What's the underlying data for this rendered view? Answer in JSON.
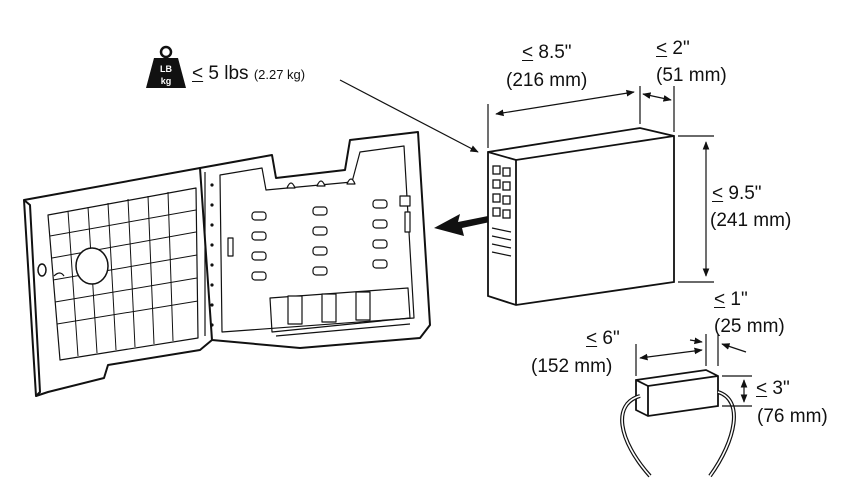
{
  "weight": {
    "icon_text_top": "LB",
    "icon_text_bottom": "kg",
    "symbol": "<",
    "value": "5 lbs",
    "metric": "(2.27 kg)"
  },
  "device": {
    "width": {
      "symbol": "<",
      "value": "8.5\"",
      "metric": "(216 mm)"
    },
    "depth": {
      "symbol": "<",
      "value": "2\"",
      "metric": "(51 mm)"
    },
    "height": {
      "symbol": "<",
      "value": "9.5\"",
      "metric": "(241 mm)"
    }
  },
  "power_supply": {
    "width": {
      "symbol": "<",
      "value": "6\"",
      "metric": "(152 mm)"
    },
    "depth": {
      "symbol": "<",
      "value": "1\"",
      "metric": "(25 mm)"
    },
    "height": {
      "symbol": "<",
      "value": "3\"",
      "metric": "(76 mm)"
    }
  }
}
